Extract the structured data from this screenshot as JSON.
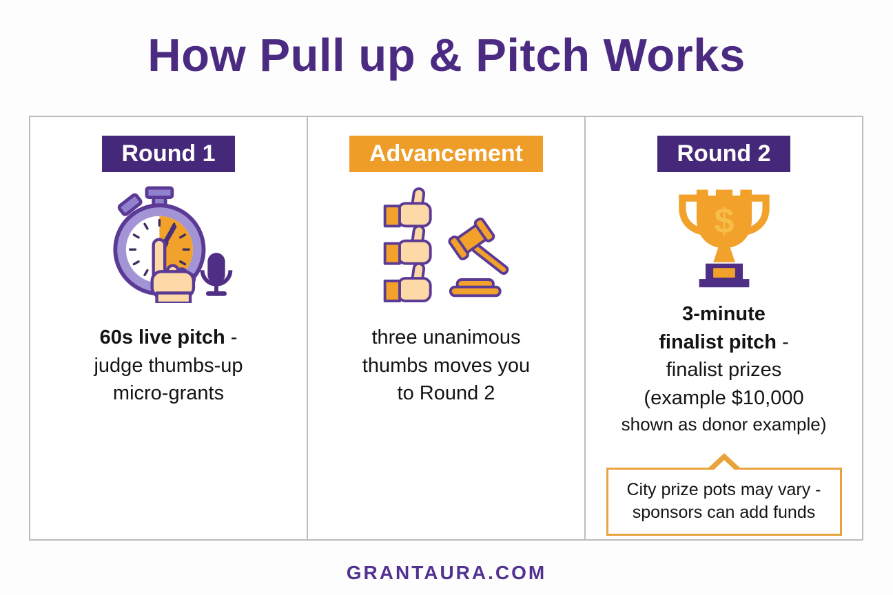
{
  "page": {
    "title": "How Pull up & Pitch Works",
    "footer": "GRANTAURA.COM"
  },
  "columns": [
    {
      "badge": "Round 1",
      "badge_color": "#46287a",
      "icon": "stopwatch-hand-microphone",
      "desc": {
        "line1_bold": "60s live pitch",
        "line1_rest": " -",
        "line2": "judge thumbs-up",
        "line3": "micro-grants"
      }
    },
    {
      "badge": "Advancement",
      "badge_color": "#ee9d28",
      "icon": "three-thumbs-up-and-gavel",
      "desc": {
        "line1": "three unanimous",
        "line2": "thumbs moves you",
        "line3": "to Round 2"
      }
    },
    {
      "badge": "Round 2",
      "badge_color": "#46287a",
      "icon": "dollar-trophy",
      "icon_glyph": "$",
      "desc": {
        "line1_bold": "3-minute",
        "line2_bold": "finalist pitch",
        "line2_rest": " -",
        "line3": "finalist prizes",
        "line4": "(example $10,000",
        "line5": "shown as donor example)"
      },
      "callout": {
        "line1": "City prize pots may vary -",
        "line2": "sponsors can add funds"
      }
    }
  ],
  "colors": {
    "title_purple": "#4b2b82",
    "badge_purple": "#46287a",
    "badge_orange": "#ee9d28",
    "icon_orange": "#f2a12a",
    "icon_outline_purple": "#5b3a96",
    "icon_dark_purple": "#4f2e85",
    "icon_ring_purple": "#a394d6",
    "skin_tone": "#fcd9a6",
    "callout_border_orange": "#e8a33d",
    "board_border_gray": "#bcbcbf",
    "body_text": "#141414",
    "footer_purple": "#533191"
  }
}
